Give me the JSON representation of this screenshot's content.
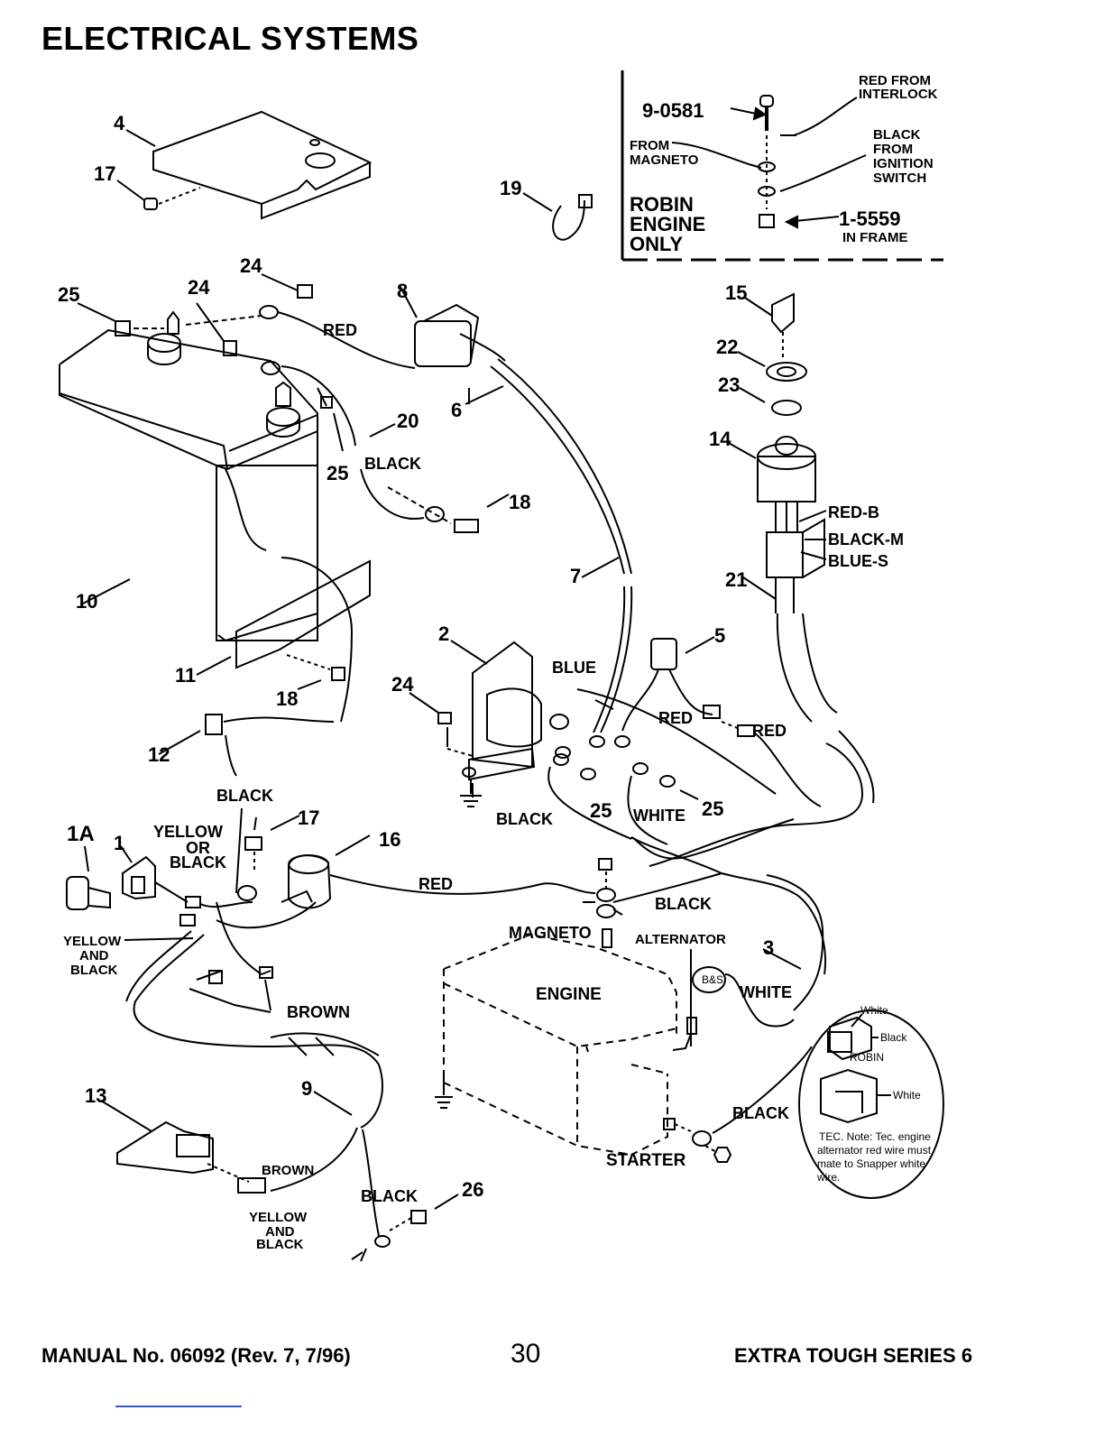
{
  "title": "ELECTRICAL SYSTEMS",
  "footer": {
    "manual": "MANUAL No. 06092 (Rev. 7, 7/96)",
    "page_number": "30",
    "series": "EXTRA TOUGH SERIES 6"
  },
  "inset_robin": {
    "part_9_0581": "9-0581",
    "part_1_5559": "1-5559",
    "in_frame": "IN FRAME",
    "red_from": "RED FROM",
    "interlock": "INTERLOCK",
    "from": "FROM",
    "magneto": "MAGNETO",
    "black": "BLACK",
    "from2": "FROM",
    "ignition": "IGNITION",
    "switch": "SWITCH",
    "robin": "ROBIN",
    "engine": "ENGINE",
    "only": "ONLY"
  },
  "part_numbers": {
    "p4": "4",
    "p17a": "17",
    "p19": "19",
    "p24a": "24",
    "p25a": "25",
    "p24b": "24",
    "p8": "8",
    "p6": "6",
    "p20": "20",
    "p25b": "25",
    "p18a": "18",
    "p10": "10",
    "p7": "7",
    "p11": "11",
    "p18b": "18",
    "p12": "12",
    "p2": "2",
    "p24c": "24",
    "p5": "5",
    "p25c": "25",
    "p25d": "25",
    "p1a": "1A",
    "p1": "1",
    "p17b": "17",
    "p16": "16",
    "p3": "3",
    "p13": "13",
    "p9": "9",
    "p26": "26",
    "p15": "15",
    "p22": "22",
    "p23": "23",
    "p14": "14",
    "p21": "21"
  },
  "wire_labels": {
    "red_top": "RED",
    "black_20": "BLACK",
    "red_b": "RED-B",
    "black_m": "BLACK-M",
    "blue_s": "BLUE-S",
    "blue": "BLUE",
    "red_mid": "RED",
    "red_right": "RED",
    "black_solenoid": "BLACK",
    "white_mid": "WHITE",
    "black_top_left": "BLACK",
    "yellow": "YELLOW",
    "or": "OR",
    "black_or": "BLACK",
    "red_long": "RED",
    "black_engine": "BLACK",
    "magneto": "MAGNETO",
    "alternator": "ALTERNATOR",
    "white_alt": "WHITE",
    "engine": "ENGINE",
    "yellow2": "YELLOW",
    "and": "AND",
    "black_yab": "BLACK",
    "brown": "BROWN",
    "black_starter": "BLACK",
    "starter": "STARTER",
    "bs": "B&S",
    "brown2": "BROWN",
    "black_26": "BLACK",
    "yellow3": "YELLOW",
    "and3": "AND",
    "black3": "BLACK"
  },
  "inset_tec": {
    "white1": "White",
    "black": "Black",
    "robin": "ROBIN",
    "white2": "White",
    "note_1": "TEC. Note: Tec. engine",
    "note_2": "alternator red wire must",
    "note_3": "mate to Snapper white",
    "note_4": "wire."
  }
}
